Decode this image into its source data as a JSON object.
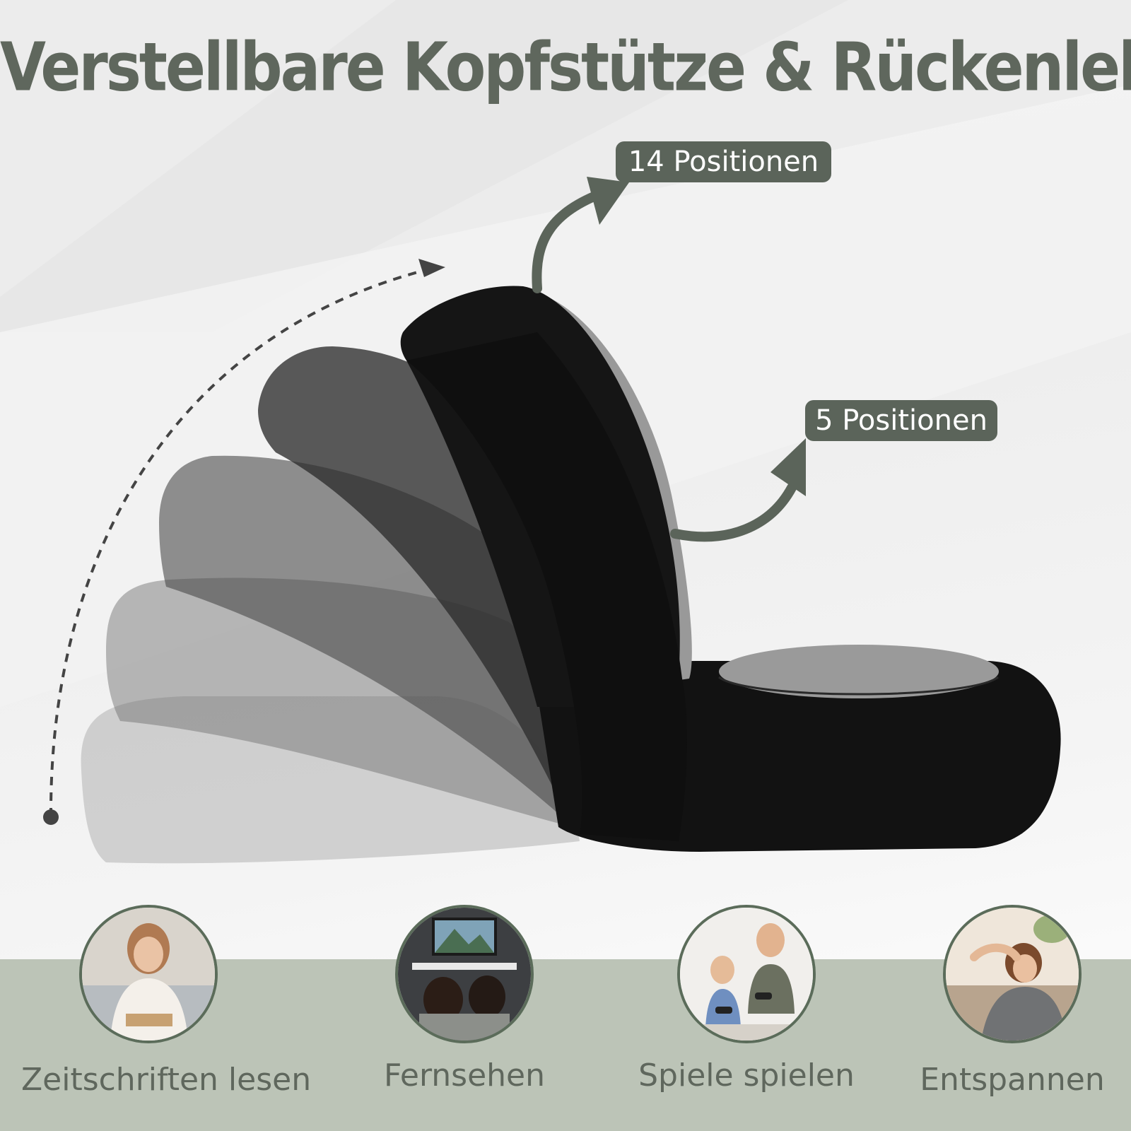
{
  "headline": "Verstellbare Kopfstütze & Rückenlehne",
  "callouts": {
    "headrest": "14 Positionen",
    "backrest": "5 Positionen"
  },
  "activities": [
    {
      "label": "Zeitschriften lesen",
      "icon": "reading-photo"
    },
    {
      "label": "Fernsehen",
      "icon": "tv-watching-photo"
    },
    {
      "label": "Spiele spielen",
      "icon": "gaming-photo"
    },
    {
      "label": "Entspannen",
      "icon": "relaxing-photo"
    }
  ],
  "colors": {
    "accent": "#5b645a",
    "headline": "#5f675d",
    "label": "#5f675d",
    "band": "#bcc4b7",
    "chair": "#101010",
    "mesh": "#9a9a9a"
  }
}
